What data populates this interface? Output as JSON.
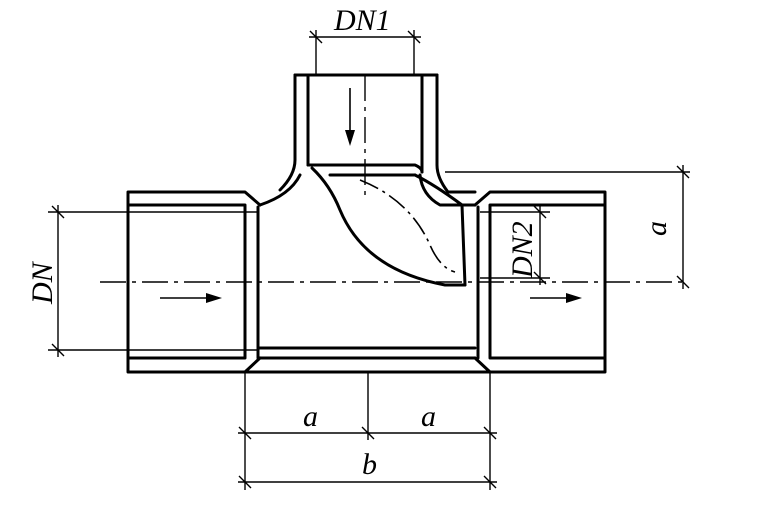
{
  "labels": {
    "dn": "DN",
    "dn1": "DN1",
    "dn2": "DN2",
    "a_right": "a",
    "a_left_bottom": "a",
    "a_right_bottom": "a",
    "b": "b"
  }
}
